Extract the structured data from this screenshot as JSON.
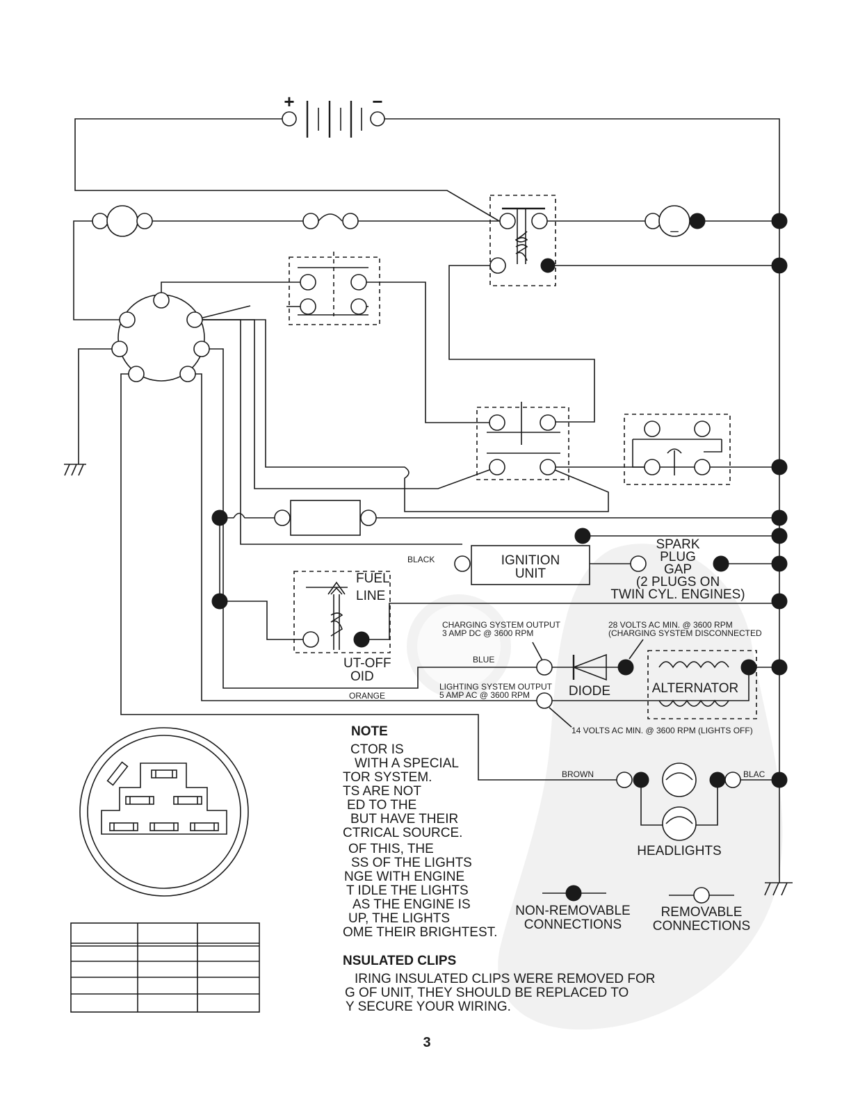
{
  "battery": {
    "plus": "+",
    "minus": "−"
  },
  "ammeter_symbol": "_",
  "labels": {
    "black": "BLACK",
    "ignition_unit": [
      "IGNITION",
      "UNIT"
    ],
    "spark_plug": [
      "SPARK",
      "PLUG",
      "GAP",
      "(2 PLUGS ON",
      "TWIN CYL. ENGINES)"
    ],
    "fuel_line": [
      "FUEL",
      "LINE"
    ],
    "fuel_solenoid": [
      "UT-OFF",
      "OID"
    ],
    "charging_output": [
      "CHARGING SYSTEM OUTPUT",
      "3 AMP DC @ 3600 RPM"
    ],
    "volts28": [
      "28 VOLTS AC MIN. @ 3600 RPM",
      "(CHARGING SYSTEM DISCONNECTED"
    ],
    "blue": "BLUE",
    "lighting_output": [
      "LIGHTING SYSTEM OUTPUT",
      "5 AMP AC @ 3600 RPM"
    ],
    "orange": "ORANGE",
    "diode": "DIODE",
    "alternator": "ALTERNATOR",
    "volts14": "14 VOLTS AC MIN. @ 3600 RPM (LIGHTS OFF)",
    "brown": "BROWN",
    "black_right": "BLAC",
    "headlights": "HEADLIGHTS"
  },
  "note": {
    "title": "NOTE",
    "lines": [
      "CTOR IS",
      "WITH A SPECIAL",
      "TOR SYSTEM.",
      "TS ARE NOT",
      "ED TO THE",
      "BUT HAVE THEIR",
      "CTRICAL SOURCE.",
      "OF THIS, THE",
      "SS OF THE LIGHTS",
      "NGE WITH ENGINE",
      "T IDLE THE LIGHTS",
      "AS THE ENGINE IS",
      "UP, THE LIGHTS",
      "OME THEIR BRIGHTEST."
    ]
  },
  "legend": {
    "non_removable": [
      "NON-REMOVABLE",
      "CONNECTIONS"
    ],
    "removable": [
      "REMOVABLE",
      "CONNECTIONS"
    ]
  },
  "clips": {
    "title": "NSULATED CLIPS",
    "lines": [
      "IRING INSULATED CLIPS WERE REMOVED FOR",
      "G OF UNIT, THEY SHOULD BE REPLACED TO",
      "Y SECURE YOUR WIRING."
    ]
  },
  "page_number": "3"
}
